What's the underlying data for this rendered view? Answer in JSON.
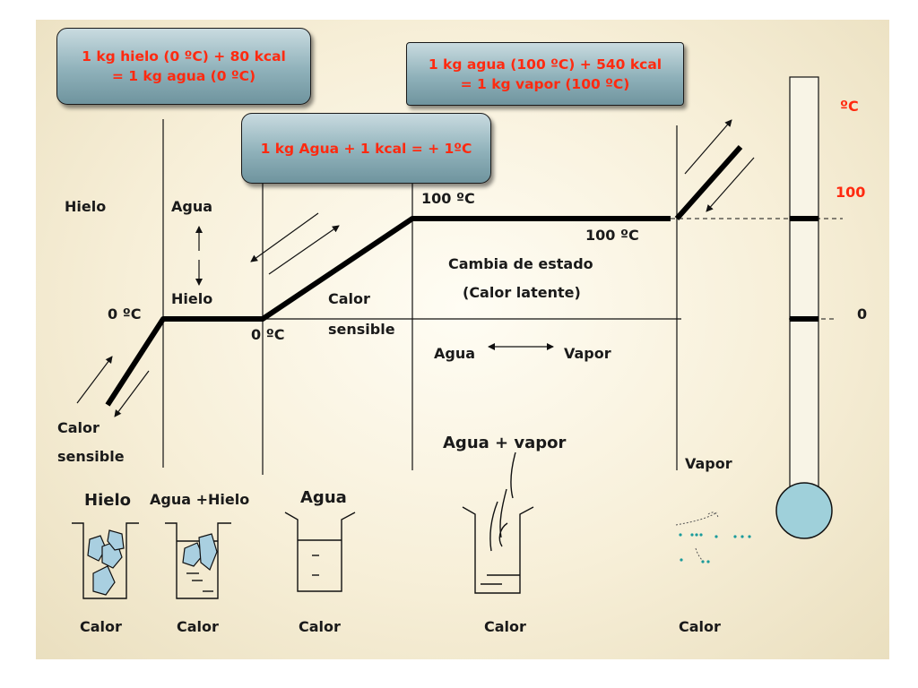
{
  "boxes": {
    "fusion": {
      "line1": "1 kg hielo (0 ºC) + 80 kcal",
      "line2": "=  1 kg agua (0 ºC)"
    },
    "vaporization": {
      "line1": "1 kg agua (100 ºC) + 540 kcal",
      "line2": "= 1 kg vapor (100 ºC)"
    },
    "specific_heat": {
      "line1": "1 kg Agua + 1 kcal = + 1ºC"
    }
  },
  "labels": {
    "hielo": "Hielo",
    "agua": "Agua",
    "hielo2": "Hielo",
    "zero_c_left": "0 ºC",
    "zero_c_mid": "0 ºC",
    "calor_sensible_a": "Calor",
    "calor_sensible_b": "sensible",
    "calor_sensible2_a": "Calor",
    "calor_sensible2_b": "sensible",
    "hundred_c_top": "100 ºC",
    "hundred_c_bottom": "100 ºC",
    "cambia_estado": "Cambia de estado",
    "calor_latente": "(Calor latente)",
    "agua_vapor_left": "Agua",
    "agua_vapor_right": "Vapor",
    "agua_mas_vapor": "Agua + vapor",
    "vapor": "Vapor"
  },
  "thermometer": {
    "unit": "ºC",
    "t100": "100",
    "t0": "0"
  },
  "beakers": [
    {
      "title": "Hielo",
      "caption": "Calor"
    },
    {
      "title": "Agua +Hielo",
      "caption": "Calor"
    },
    {
      "title": "Agua",
      "caption": "Calor"
    },
    {
      "title": "",
      "caption": "Calor"
    },
    {
      "title": "",
      "caption": "Calor"
    }
  ],
  "colors": {
    "accent_text": "#ff2a10",
    "box_fill": "#8fb1ba",
    "ice": "#a9cfe0",
    "vapor_dots": "#1a9b9b"
  }
}
